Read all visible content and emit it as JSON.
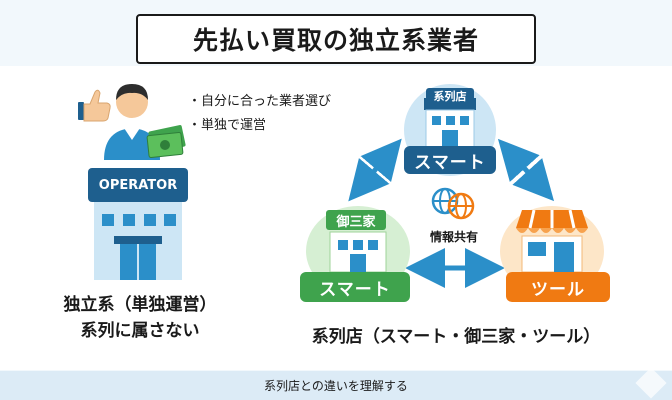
{
  "title": "先払い買取の独立系業者",
  "bullets": [
    "自分に合った業者選び",
    "単独で運営"
  ],
  "operator_label": "OPERATOR",
  "left_caption": [
    "独立系（単独運営）",
    "系列に属さない"
  ],
  "stores": {
    "top": {
      "tag": "系列店",
      "name": "スマート"
    },
    "left": {
      "tag": "御三家",
      "name": "スマート"
    },
    "right": {
      "name": "ツール"
    }
  },
  "info_share": "情報共有",
  "right_caption": "系列店（スマート・御三家・ツール）",
  "footer": "系列店との違いを理解する",
  "colors": {
    "title_border": "#1a1a1a",
    "panel": "#ffffff",
    "background": "#f2f8fc",
    "footer": "#dcebf6",
    "blue_dark": "#1e5f8e",
    "blue_light": "#cde6f5",
    "green": "#3fa34d",
    "green_light": "#d6efd3",
    "orange": "#f07a12",
    "orange_light": "#fde6c8",
    "arrow": "#2b8fc9"
  }
}
